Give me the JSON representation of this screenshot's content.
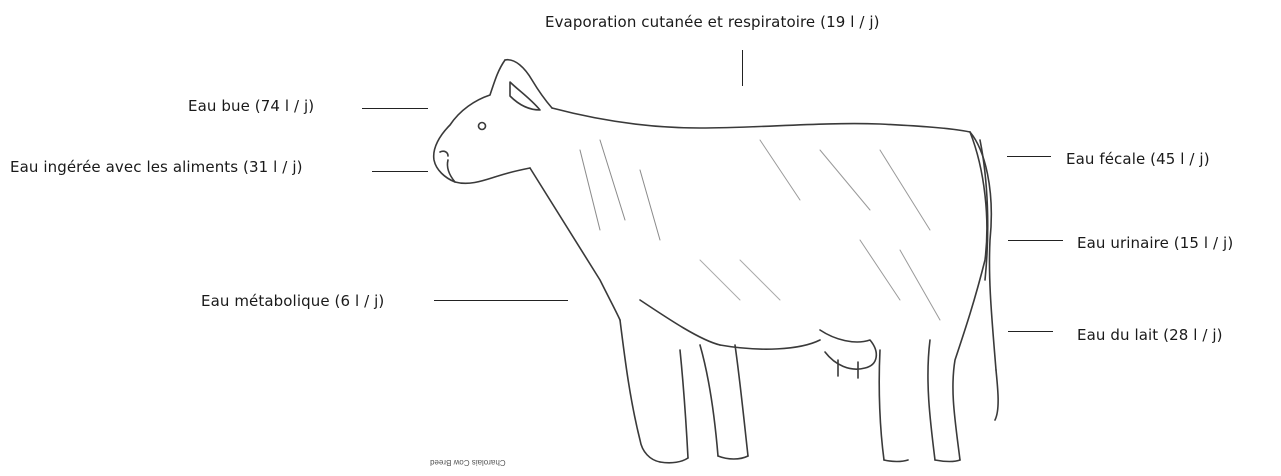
{
  "diagram": {
    "labels": {
      "evaporation": "Evaporation cutanée et respiratoire (19 l / j)",
      "eau_bue": "Eau bue (74 l / j)",
      "eau_aliments": "Eau ingérée avec les aliments (31 l / j)",
      "eau_metabolique": "Eau métabolique (6 l / j)",
      "eau_fecale": "Eau fécale (45 l / j)",
      "eau_urinaire": "Eau urinaire (15 l / j)",
      "eau_lait": "Eau du lait (28 l / j)"
    },
    "image_caption": "Charolais Cow Breed"
  }
}
